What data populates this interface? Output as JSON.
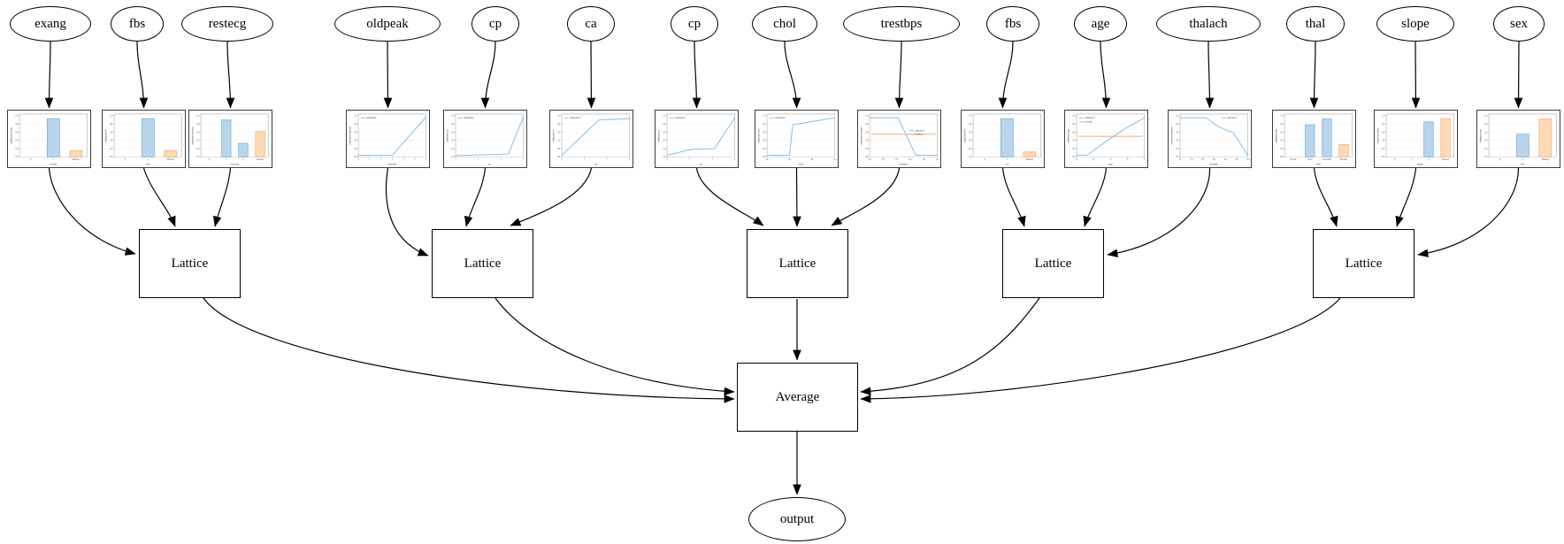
{
  "diagram": {
    "feature_nodes": [
      "exang",
      "fbs",
      "restecg",
      "oldpeak",
      "cp",
      "ca",
      "cp",
      "chol",
      "trestbps",
      "fbs",
      "age",
      "thalach",
      "thal",
      "slope",
      "sex"
    ],
    "lattice_nodes": [
      "Lattice",
      "Lattice",
      "Lattice",
      "Lattice",
      "Lattice"
    ],
    "combiner_node": "Average",
    "output_node": "output",
    "groups": [
      {
        "lattice": 1,
        "inputs": [
          "exang",
          "fbs",
          "restecg"
        ]
      },
      {
        "lattice": 2,
        "inputs": [
          "oldpeak",
          "cp",
          "ca"
        ]
      },
      {
        "lattice": 3,
        "inputs": [
          "cp",
          "chol",
          "trestbps"
        ]
      },
      {
        "lattice": 4,
        "inputs": [
          "fbs",
          "age",
          "thalach"
        ]
      },
      {
        "lattice": 5,
        "inputs": [
          "thal",
          "slope",
          "sex"
        ]
      }
    ]
  },
  "chart_data": [
    {
      "feature": "exang",
      "type": "bar",
      "xlabel": "exang",
      "ylabel": "calibrated exang",
      "categories": [
        "0",
        "1",
        "Missing"
      ],
      "values": [
        0,
        0.93,
        0.15
      ],
      "bar_colors": [
        null,
        "blue",
        "orange"
      ],
      "y_ticks": [
        "0.0",
        "0.2",
        "0.4",
        "0.6",
        "0.8",
        "1.0"
      ],
      "legend": [],
      "legend_pos": "none"
    },
    {
      "feature": "fbs",
      "type": "bar",
      "xlabel": "fbs",
      "ylabel": "calibrated fbs",
      "categories": [
        "0",
        "1",
        "Missing"
      ],
      "values": [
        0,
        0.93,
        0.15
      ],
      "bar_colors": [
        null,
        "blue",
        "orange"
      ],
      "y_ticks": [
        "0.0",
        "0.2",
        "0.4",
        "0.6",
        "0.8",
        "1.0"
      ],
      "legend": [],
      "legend_pos": "none"
    },
    {
      "feature": "restecg",
      "type": "bar",
      "xlabel": "restecg",
      "ylabel": "calibrated restecg",
      "categories": [
        "0",
        "1",
        "2",
        "Missing"
      ],
      "values": [
        0,
        0.9,
        0.33,
        0.62
      ],
      "bar_colors": [
        null,
        "blue",
        "blue",
        "orange"
      ],
      "y_ticks": [
        "0.0",
        "0.2",
        "0.4",
        "0.6",
        "0.8",
        "1.0"
      ],
      "legend": [],
      "legend_pos": "none"
    },
    {
      "feature": "oldpeak",
      "type": "line",
      "xlabel": "oldpeak",
      "ylabel": "calibrated oldpeak",
      "x_ticks": [
        "0",
        "1",
        "2",
        "3",
        "4",
        "5",
        "6"
      ],
      "points": [
        [
          0,
          0.04
        ],
        [
          0.5,
          0.04
        ],
        [
          1,
          0.97
        ]
      ],
      "missing_value": null,
      "y_ticks": [
        "0.0",
        "0.2",
        "0.4",
        "0.6",
        "0.8",
        "1.0"
      ],
      "legend": [
        "calibrated"
      ],
      "legend_pos": "top-left"
    },
    {
      "feature": "cp",
      "type": "line",
      "xlabel": "cp",
      "ylabel": "calibrated cp",
      "x_ticks": [
        "0",
        "1",
        "2",
        "3"
      ],
      "points": [
        [
          0,
          0.03
        ],
        [
          0.78,
          0.07
        ],
        [
          1,
          0.97
        ]
      ],
      "missing_value": null,
      "y_ticks": [
        "0.0",
        "0.2",
        "0.4",
        "0.6",
        "0.8",
        "1.0"
      ],
      "legend": [
        "calibrated"
      ],
      "legend_pos": "top-left"
    },
    {
      "feature": "ca",
      "type": "line",
      "xlabel": "ca",
      "ylabel": "calibrated ca",
      "x_ticks": [
        "0",
        "1",
        "2",
        "3"
      ],
      "points": [
        [
          0,
          0.04
        ],
        [
          0.55,
          0.9
        ],
        [
          1,
          0.93
        ]
      ],
      "missing_value": null,
      "y_ticks": [
        "0.0",
        "0.2",
        "0.4",
        "0.6",
        "0.8",
        "1.0"
      ],
      "legend": [
        "calibrated"
      ],
      "legend_pos": "top-left"
    },
    {
      "feature": "cp",
      "type": "line",
      "xlabel": "cp",
      "ylabel": "calibrated cp",
      "x_ticks": [
        "0",
        "1",
        "2",
        "3"
      ],
      "points": [
        [
          0,
          0.04
        ],
        [
          0.35,
          0.18
        ],
        [
          0.7,
          0.2
        ],
        [
          1,
          0.95
        ]
      ],
      "missing_value": null,
      "y_ticks": [
        "0.0",
        "0.2",
        "0.4",
        "0.6",
        "0.8",
        "1.0"
      ],
      "legend": [
        "calibrated"
      ],
      "legend_pos": "top-left"
    },
    {
      "feature": "chol",
      "type": "line",
      "xlabel": "chol",
      "ylabel": "calibrated chol",
      "x_ticks": [
        "200",
        "300",
        "400",
        "500"
      ],
      "points": [
        [
          0,
          0.04
        ],
        [
          0.33,
          0.04
        ],
        [
          0.38,
          0.78
        ],
        [
          1,
          0.95
        ]
      ],
      "missing_value": null,
      "y_ticks": [
        "0.0",
        "0.2",
        "0.4",
        "0.6",
        "0.8",
        "1.0"
      ],
      "legend": [
        "calibrated"
      ],
      "legend_pos": "top-left"
    },
    {
      "feature": "trestbps",
      "type": "line",
      "xlabel": "trestbps",
      "ylabel": "calibrated trestbps",
      "x_ticks": [
        "100",
        "120",
        "140",
        "160",
        "180",
        "200"
      ],
      "points": [
        [
          0,
          0.95
        ],
        [
          0.42,
          0.95
        ],
        [
          0.68,
          0.04
        ],
        [
          1,
          0.04
        ]
      ],
      "missing_value": 0.55,
      "y_ticks": [
        "0.0",
        "0.2",
        "0.4",
        "0.6",
        "0.8",
        "1.0"
      ],
      "legend": [
        "calibrated",
        "missing"
      ],
      "legend_pos": "right"
    },
    {
      "feature": "fbs",
      "type": "bar",
      "xlabel": "fbs",
      "ylabel": "calibrated fbs",
      "categories": [
        "0",
        "1",
        "Missing"
      ],
      "values": [
        0,
        0.93,
        0.12
      ],
      "bar_colors": [
        null,
        "blue",
        "orange"
      ],
      "y_ticks": [
        "0.0",
        "0.2",
        "0.4",
        "0.6",
        "0.8",
        "1.0"
      ],
      "legend": [],
      "legend_pos": "none"
    },
    {
      "feature": "age",
      "type": "line",
      "xlabel": "age",
      "ylabel": "calibrated age",
      "x_ticks": [
        "30",
        "40",
        "50",
        "60",
        "70"
      ],
      "points": [
        [
          0,
          0.04
        ],
        [
          0.15,
          0.04
        ],
        [
          0.5,
          0.45
        ],
        [
          0.75,
          0.72
        ],
        [
          1,
          0.95
        ]
      ],
      "missing_value": 0.5,
      "y_ticks": [
        "0.0",
        "0.2",
        "0.4",
        "0.6",
        "0.8",
        "1.0"
      ],
      "legend": [
        "calibrated",
        "missing"
      ],
      "legend_pos": "top-left"
    },
    {
      "feature": "thalach",
      "type": "line",
      "xlabel": "thalach",
      "ylabel": "calibrated thalach",
      "x_ticks": [
        "80",
        "100",
        "120",
        "140",
        "160",
        "180",
        "200"
      ],
      "points": [
        [
          0,
          0.95
        ],
        [
          0.38,
          0.95
        ],
        [
          0.55,
          0.75
        ],
        [
          0.68,
          0.65
        ],
        [
          0.78,
          0.6
        ],
        [
          1,
          0.04
        ]
      ],
      "missing_value": null,
      "y_ticks": [
        "0.0",
        "0.2",
        "0.4",
        "0.6",
        "0.8",
        "1.0"
      ],
      "legend": [
        "calibrated"
      ],
      "legend_pos": "top-right"
    },
    {
      "feature": "thal",
      "type": "bar",
      "xlabel": "thal",
      "ylabel": "calibrated thal",
      "categories": [
        "normal",
        "fixed",
        "reversible",
        "Missing"
      ],
      "values": [
        0,
        0.78,
        0.92,
        0.3
      ],
      "bar_colors": [
        null,
        "blue",
        "blue",
        "orange"
      ],
      "y_ticks": [
        "0.0",
        "0.2",
        "0.4",
        "0.6",
        "0.8",
        "1.0"
      ],
      "legend": [],
      "legend_pos": "none"
    },
    {
      "feature": "slope",
      "type": "bar",
      "xlabel": "slope",
      "ylabel": "calibrated slope",
      "categories": [
        "0",
        "1",
        "2",
        "Missing"
      ],
      "values": [
        0,
        0,
        0.85,
        0.93
      ],
      "bar_colors": [
        null,
        null,
        "blue",
        "orange"
      ],
      "y_ticks": [
        "0.0",
        "0.2",
        "0.4",
        "0.6",
        "0.8",
        "1.0"
      ],
      "legend": [],
      "legend_pos": "none"
    },
    {
      "feature": "sex",
      "type": "bar",
      "xlabel": "sex",
      "ylabel": "calibrated sex",
      "categories": [
        "0",
        "1",
        "Missing"
      ],
      "values": [
        0,
        0.55,
        0.92
      ],
      "bar_colors": [
        null,
        "blue",
        "orange"
      ],
      "y_ticks": [
        "0.0",
        "0.2",
        "0.4",
        "0.6",
        "0.8",
        "1.0"
      ],
      "legend": [],
      "legend_pos": "none"
    }
  ],
  "legend_labels": {
    "calibrated": "calibrated",
    "missing": "missing"
  },
  "colors": {
    "background": "#ffffff",
    "node_border": "#000000",
    "edge": "#000000",
    "calibrated_line": "#85bce8",
    "missing_line": "#f6ab63",
    "bar_blue_fill": "#b9d5ec",
    "bar_blue_edge": "#5f9fd3",
    "bar_orange_fill": "#fdd9b4",
    "bar_orange_edge": "#f0a35c"
  }
}
